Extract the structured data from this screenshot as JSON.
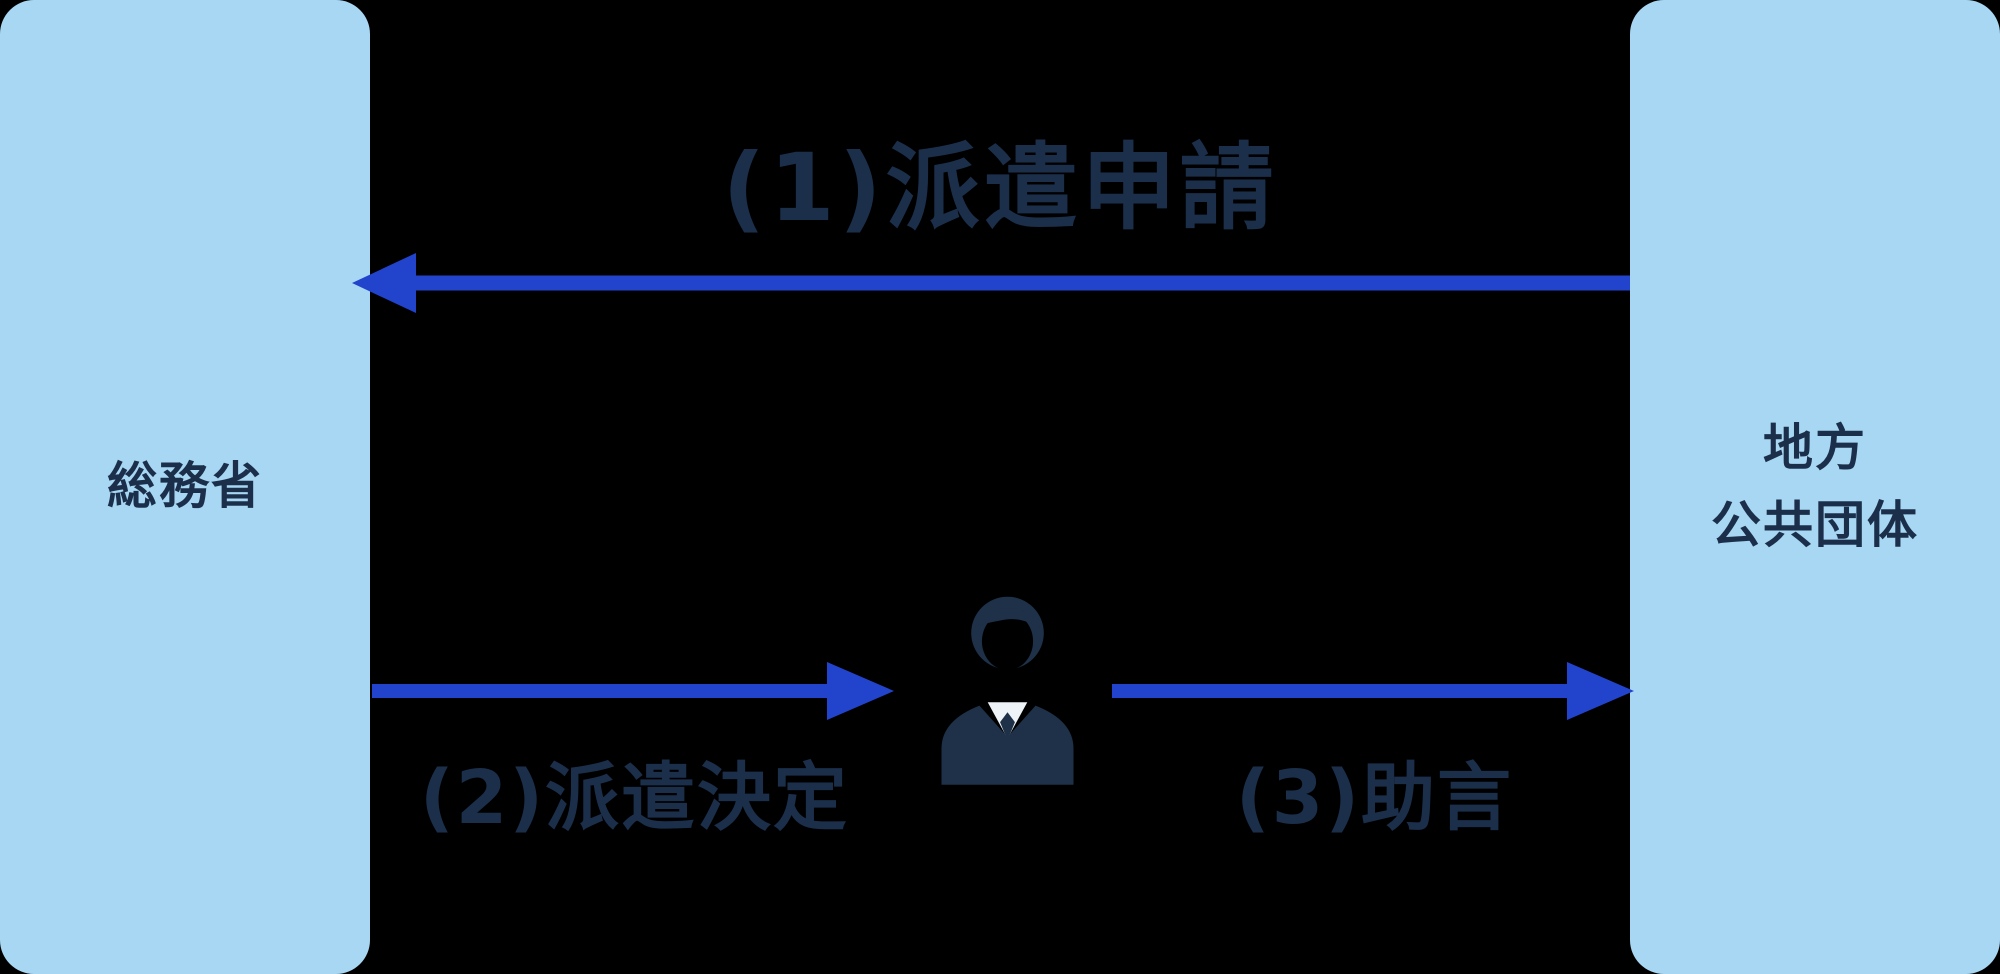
{
  "left_box": {
    "label": "総務省"
  },
  "right_box": {
    "label_line1": "地方",
    "label_line2": "公共団体"
  },
  "flows": {
    "request": {
      "label": "(1)派遣申請",
      "direction": "right-to-left",
      "from": "地方公共団体",
      "to": "総務省"
    },
    "decision": {
      "label": "(2)派遣決定",
      "direction": "left-to-right",
      "from": "総務省",
      "to": "アドバイザー"
    },
    "advice": {
      "label": "(3)助言",
      "direction": "left-to-right",
      "from": "アドバイザー",
      "to": "地方公共団体"
    }
  },
  "icon": {
    "name": "advisor-person-icon"
  },
  "colors": {
    "box_fill": "#a8d7f3",
    "arrow_blue": "#2244cc",
    "dark_navy": "#1b2f4b",
    "background": "#000000"
  }
}
